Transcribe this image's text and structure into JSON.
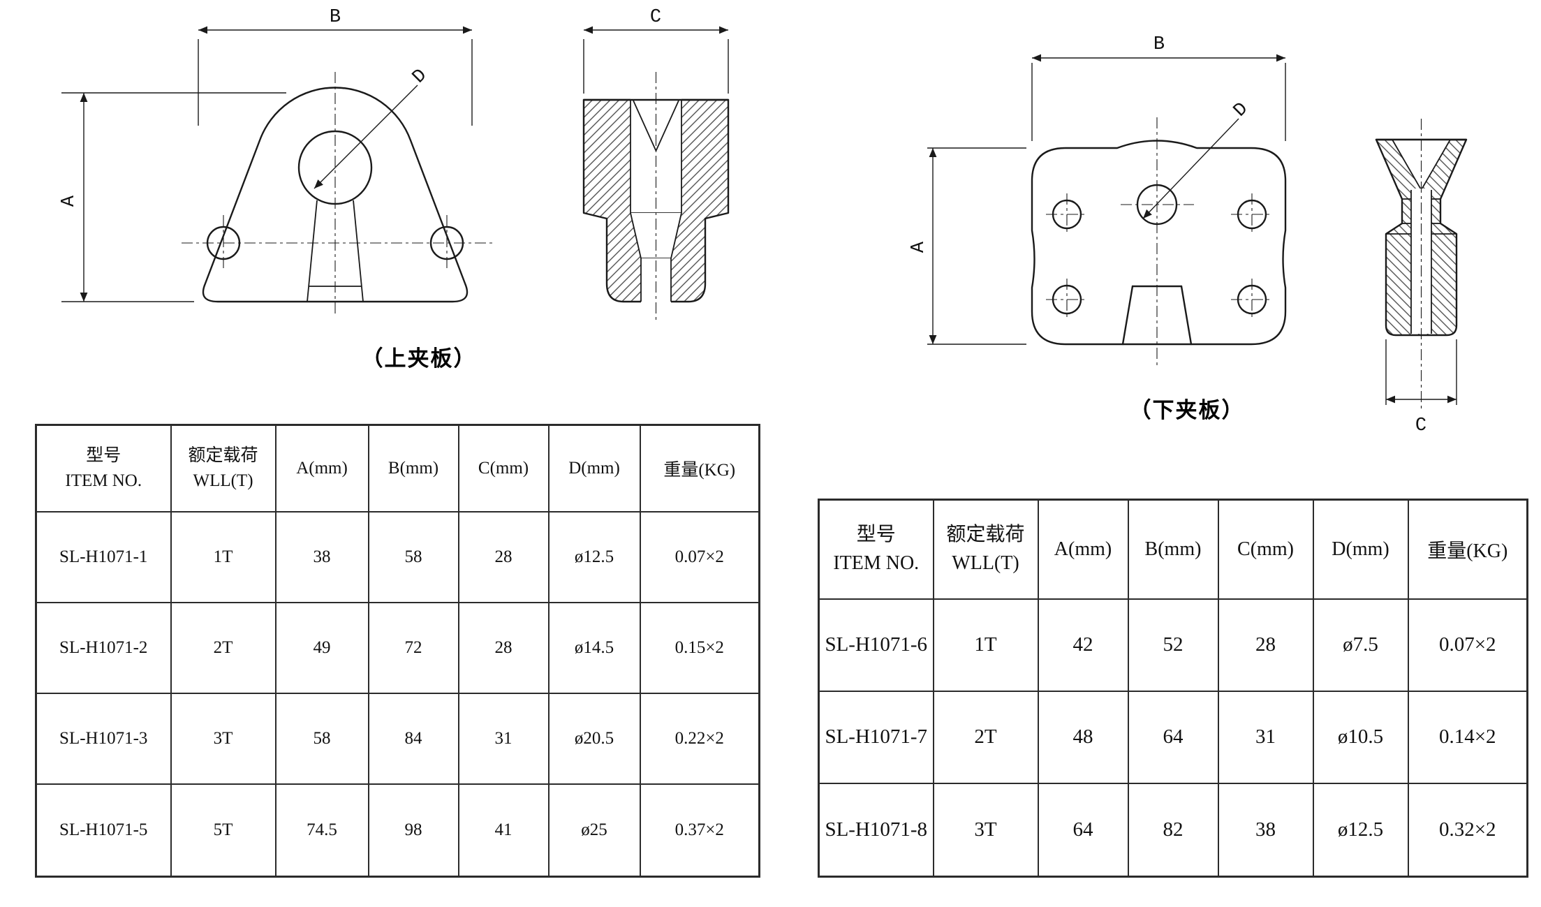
{
  "page": {
    "background": "#ffffff",
    "line_color": "#1a1a1a"
  },
  "drawings": {
    "upper": {
      "caption": "（上夹板）",
      "dims": {
        "a": "A",
        "b": "B",
        "c": "C",
        "d": "D"
      }
    },
    "lower": {
      "caption": "（下夹板）",
      "dims": {
        "a": "A",
        "b": "B",
        "c": "C",
        "d": "D"
      }
    }
  },
  "tables": {
    "left": {
      "headers": {
        "item_no": {
          "line1": "型号",
          "line2": "ITEM NO."
        },
        "wll": {
          "line1": "额定载荷",
          "line2": "WLL(T)"
        },
        "a": "A(mm)",
        "b": "B(mm)",
        "c": "C(mm)",
        "d": "D(mm)",
        "weight": "重量(KG)"
      },
      "rows": [
        [
          "SL-H1071-1",
          "1T",
          "38",
          "58",
          "28",
          "ø12.5",
          "0.07×2"
        ],
        [
          "SL-H1071-2",
          "2T",
          "49",
          "72",
          "28",
          "ø14.5",
          "0.15×2"
        ],
        [
          "SL-H1071-3",
          "3T",
          "58",
          "84",
          "31",
          "ø20.5",
          "0.22×2"
        ],
        [
          "SL-H1071-5",
          "5T",
          "74.5",
          "98",
          "41",
          "ø25",
          "0.37×2"
        ]
      ]
    },
    "right": {
      "headers": {
        "item_no": {
          "line1": "型号",
          "line2": "ITEM NO."
        },
        "wll": {
          "line1": "额定载荷",
          "line2": "WLL(T)"
        },
        "a": "A(mm)",
        "b": "B(mm)",
        "c": "C(mm)",
        "d": "D(mm)",
        "weight": "重量(KG)"
      },
      "rows": [
        [
          "SL-H1071-6",
          "1T",
          "42",
          "52",
          "28",
          "ø7.5",
          "0.07×2"
        ],
        [
          "SL-H1071-7",
          "2T",
          "48",
          "64",
          "31",
          "ø10.5",
          "0.14×2"
        ],
        [
          "SL-H1071-8",
          "3T",
          "64",
          "82",
          "38",
          "ø12.5",
          "0.32×2"
        ]
      ]
    }
  }
}
